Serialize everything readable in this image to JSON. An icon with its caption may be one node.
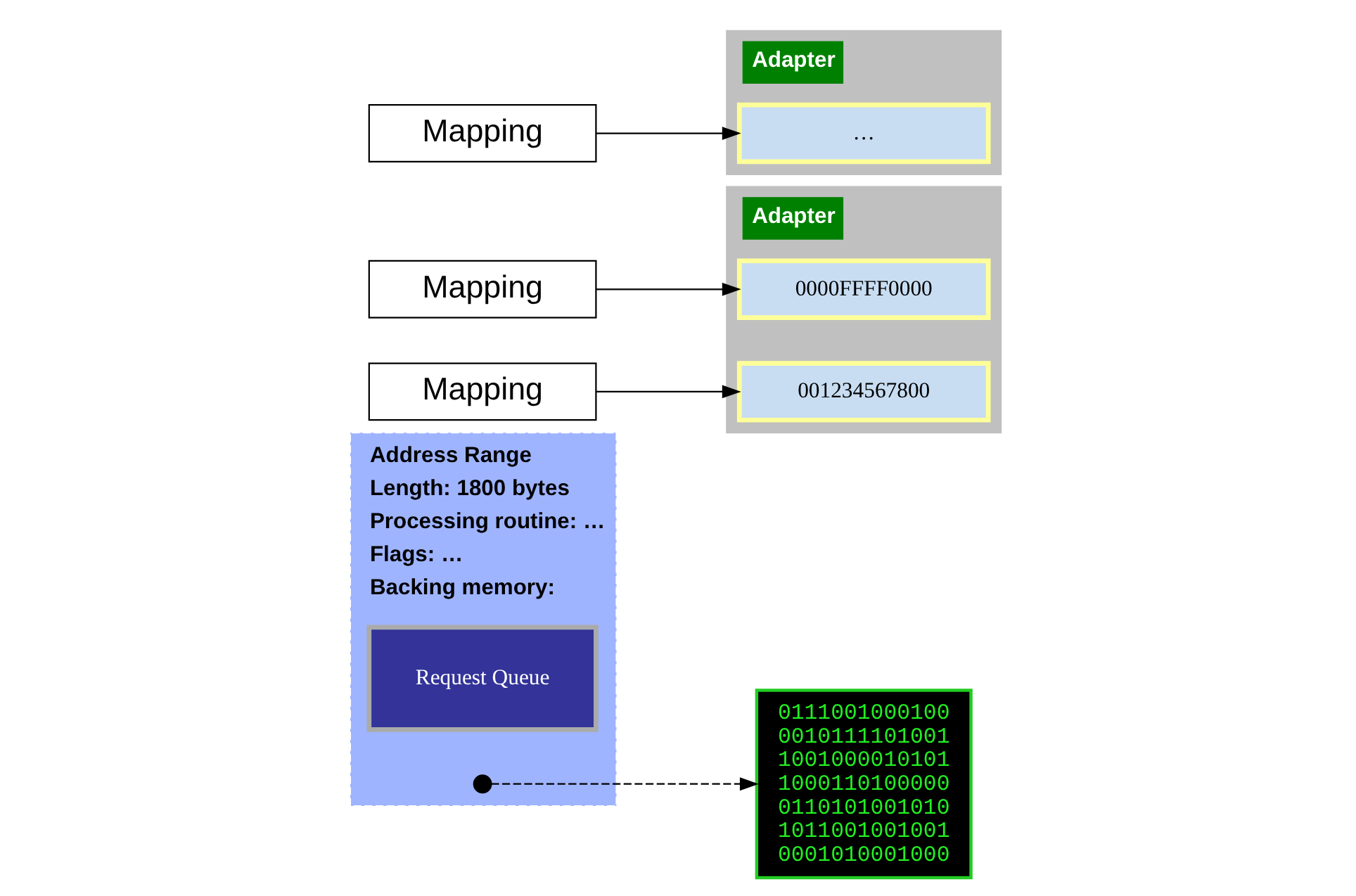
{
  "diagram": {
    "nodes": [
      {
        "text": [
          "Address Range",
          "Length: 1800 bytes",
          "Processing routine: …",
          "Flags: …",
          "Backing memory:"
        ]
      },
      {
        "text": [
          "Request Queue"
        ],
        "in": 0
      },
      {
        "text": [],
        "shape": "circle",
        "in": 0
      },
      {
        "text": [
          "0111001000100",
          "0010111101001",
          "1001000010101",
          "1000110100000",
          "0110101001010",
          "1011001001001",
          "0001010001000"
        ]
      },
      {
        "text": [
          "Mapping"
        ]
      },
      {
        "text": [
          "Mapping"
        ]
      },
      {
        "text": [
          "Mapping"
        ]
      },
      {
        "text": [
          "Adapter"
        ]
      },
      {
        "text": [
          "0000FFFF0000"
        ],
        "in": 7
      },
      {
        "text": [
          "001234567800"
        ],
        "in": 7
      },
      {
        "text": [
          "Adapter"
        ]
      },
      {
        "text": [
          "…"
        ],
        "in": 10
      }
    ],
    "edges": [
      {
        "from": 2,
        "to": 3,
        "arrow": "to",
        "style": "dashed"
      },
      {
        "from": 4,
        "to": 8,
        "arrow": "to"
      },
      {
        "from": 5,
        "to": 9,
        "arrow": "to"
      },
      {
        "from": 6,
        "to": 11,
        "arrow": "to"
      }
    ]
  }
}
